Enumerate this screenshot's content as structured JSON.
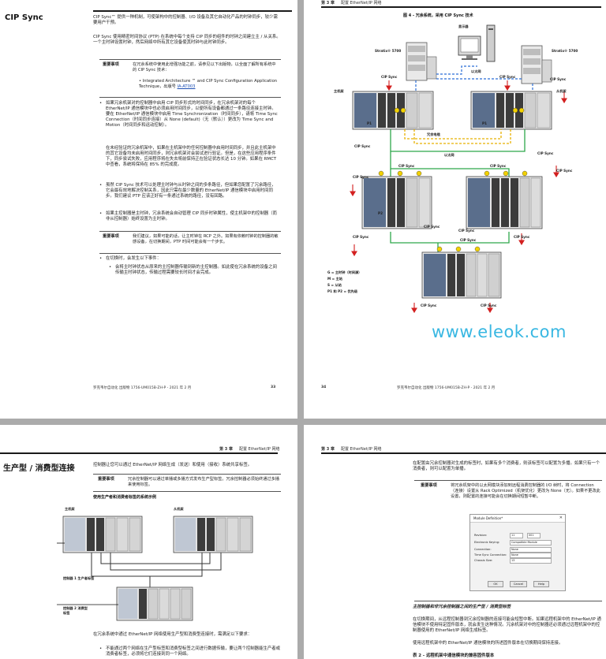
{
  "page1": {
    "section_title": "CIP Sync",
    "para1": "CIP Sync™ 提供一种机制，可使架构中的控制器、I/O 设备及其它自动化产品的时钟同步，较少需要用户干预。",
    "para2": "CIP Sync 使用精密时间协议 (PTP) 在系统中每个支持 CIP 同步的组件的时钟之间建立主 / 从关系。一个主时钟设置时钟，然后网络中所有其它设备使其时钟与此时钟同步。",
    "note1_label": "重要事项",
    "note1_text": "在冗余系统中使用此增强功能之前，请参见以下出版物，以全面了解所有系统中的 CIP Sync 技术：",
    "note1_bullet": "Integrated Architecture ™ and CIP Sync Configuration Application Technique，出版号",
    "note1_link": "IA-AT003",
    "bullet1": "如果冗余机架对的控制器中启用 CIP 同步形式的时间同步，在冗余机架对的每个 EtherNet/IP 通信模块中也必须启用时间同步，以便所有设备都通过一条路径连接主时钟。要在 EtherNet/IP 通信模块中启用 Time Synchronization（时间同步），请将 Time Sync Connection（时间同步连接）从 None (default)（无（默认））更改为 Time Sync and Motion（时间同步和运动控制）。",
    "bullet1b": "在未经验证的冗余机架中，如果在主机架中的任何控制器中启用时间同步，并且此主机架中的其它设备均未启用时间同步，则冗余机架对会尝试进行验证。但是，在这些应用程序条件下，同步尝试失败，应用程序将在失去将前保持正在验证状态长达 10 分钟。如果在 RMCT 中查看，系统将保持在 85% 的完成度。",
    "bullet2": "虽然 CIP Sync 技术可以处理主时钟与从时钟之间的多条路径，但如果您配置了冗余路径，它会最有效地解决控制关系，因此只需在最少数量的 EtherNet/IP 通信模块中启用时间同步。我们建议 PTP 应该正好有一条通过系统的路径，没有回路。",
    "bullet3": "如果主控制器是主时钟，冗余系统会自动管理 CIP 同步时钟属性，使主机架中的控制器（而非从控制器）始终设置为主时钟。",
    "note2_label": "重要事项",
    "note2_text": "我们建议，如果可能的话，让主时钟在 RCP 之外。如果有依赖时钟的控制器的敏感设备，在切换期间，PTP 时间可能会有一个步长。",
    "bullet4": "在切换时，会发生以下事件：",
    "sub_bullet": "会将主时钟状态从原来的主控制器传输到新的主控制器。如此使在冗余系统的设备之间传输主时钟状态，传输过程需要较长时间才会完成。",
    "footer_left": "罗克韦尔自动化 出版物 1756-UM015B-ZH-P - 2021 年 2 月",
    "footer_right": "33"
  },
  "page2": {
    "header_chapter": "第 3 章",
    "header_title": "配置 EtherNet/IP 网络",
    "figure_title": "图 4 - 冗余系统，采用 CIP Sync 技术",
    "label_monitor": "显示器",
    "label_stratix_left": "Stratix® 5700",
    "label_stratix_right": "Stratix® 5700",
    "label_primary": "主机架",
    "label_secondary": "从机架",
    "label_p1_left": "P1",
    "label_p1_right": "P1",
    "label_p2": "P2",
    "label_ethernet_top": "以太网",
    "label_redundancy_fiber": "冗余电缆",
    "label_ethernet_mid": "以太网",
    "label_cip_sync": "CIP Sync",
    "legend_g": "G = 主时钟（时间源）",
    "legend_m": "M = 主站",
    "legend_s": "S = 从站",
    "legend_p": "P1 和 P2 = 优先级",
    "watermark": "www.eleok.com",
    "footer_left": "34",
    "footer_right": "罗克韦尔自动化 出版物 1756-UM015B-ZH-P - 2021 年 2 月"
  },
  "page3": {
    "header_chapter": "第 3 章",
    "header_title": "配置 EtherNet/IP 网络",
    "section_title": "生产型 / 消费型连接",
    "para1": "控制器让您可以通过 EtherNet/IP 网络生成（发送）和使用（接收）系统共享标签。",
    "note_label": "重要事项",
    "note_text": "冗余控制器可以通过单播或多播方式发布生产型标签。冗余控制器必须始终通过多播来使用标签。",
    "figure_title": "使用生产者和消费者标签的系统示例",
    "label_primary": "主机架",
    "label_secondary": "从机架",
    "label_ctrl1": "控制器 1 生产者标签",
    "label_ctrl2": "控制器 2 消费型标签",
    "para2": "在冗余系统中通过 EtherNet/IP 网络使用生产型和消费型连接时，需满足以下要求：",
    "bullet1": "不能通过两个网络在生产型标签和消费型标签之间进行数据传输，要让两个控制器能生产者或消费者标签，必须将它们连接到同一个网络。"
  },
  "page4": {
    "header_chapter": "第 3 章",
    "header_title": "配置 EtherNet/IP 网络",
    "para1": "在配置由冗余控制器对生成的标签时，如果有多个消费者，则该标签可以配置为多播。如果只有一个消费者，则可以配置为单播。",
    "note_label": "重要事项",
    "note_text": "将冗余机架中的以太网模块添加到远程消费控制器的 I/O 树时，将 Connection（连接）设置从 Rack Optimized（机架优化）更改为 None（无）。如果不更改此设置，则配置的连接可能会在切换期间短暂中断。",
    "dialog": {
      "title": "Module Definition*",
      "revision_label": "Revision:",
      "revision_major": "11",
      "revision_minor": "001",
      "keying_label": "Electronic Keying:",
      "keying_value": "Compatible Module",
      "connection_label": "Connection:",
      "connection_value": "None",
      "timesync_label": "Time Sync Connection:",
      "timesync_value": "None",
      "chassis_label": "Chassis Size:",
      "chassis_value": "13",
      "ok": "OK",
      "cancel": "Cancel",
      "help": "Help"
    },
    "subheading": "主控制器和非冗余控制器之间的生产型 / 消费型标签",
    "para2": "在切换期间，从远程控制器到冗余控制器的连接可能会短暂中断。如果远程机架中的 EtherNet/IP 通信模块不使用特定固件版本，就会发生这种情况。冗余机架对中的控制器还必须通过远程机架中的控制器使用的 EtherNet/IP 网络生成标签。",
    "para3": "使用远程机架中的 EtherNet/IP 通信模块的所述固件版本在切换期间保持连接。",
    "table_caption": "表 2 - 远程机架中通信模块的兼容固件版本"
  }
}
